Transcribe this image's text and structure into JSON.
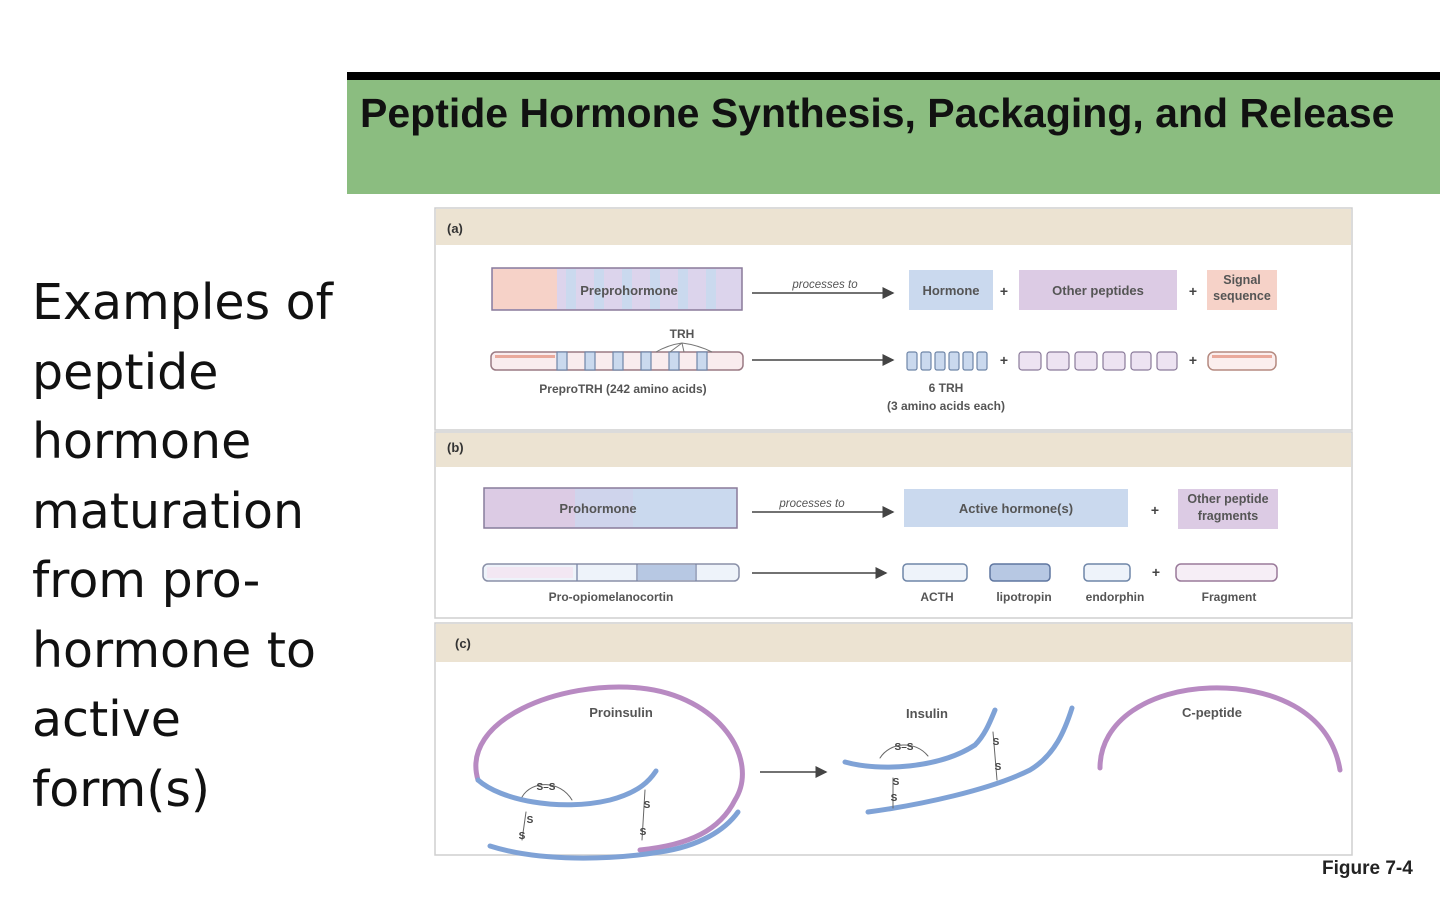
{
  "title": "Peptide Hormone Synthesis, Packaging, and Release",
  "side_text": [
    "Examples of",
    "peptide",
    "hormone",
    "maturation",
    "from pro-",
    "hormone to",
    "active",
    "form(s)"
  ],
  "figure": {
    "caption": "Figure 7-4",
    "colors": {
      "pink": "#f6d2c8",
      "blue": "#cad9ee",
      "purple": "#dccbe4",
      "panel_header": "#ece3d2",
      "strand_blue": "#7fa2d6",
      "strand_purple": "#b88ac2"
    },
    "panel_a": {
      "label": "(a)",
      "precursor_label": "Preprohormone",
      "arrow_label": "processes to",
      "products": [
        "Hormone",
        "Other peptides",
        "Signal sequence"
      ],
      "plus": "+",
      "trh_label": "TRH",
      "precursor_name": "PreproTRH (242 amino acids)",
      "product_name_1": "6 TRH",
      "product_name_2": "(3 amino acids each)"
    },
    "panel_b": {
      "label": "(b)",
      "precursor_label": "Prohormone",
      "arrow_label": "processes to",
      "products": [
        "Active hormone(s)",
        "Other peptide fragments"
      ],
      "plus": "+",
      "precursor_name": "Pro-opiomelanocortin",
      "fragments": [
        "ACTH",
        "lipotropin",
        "endorphin",
        "Fragment"
      ]
    },
    "panel_c": {
      "label": "(c)",
      "molecules": [
        "Proinsulin",
        "Insulin",
        "C-peptide"
      ],
      "disulfide": "S",
      "disulfide_bond": "S–S"
    }
  }
}
